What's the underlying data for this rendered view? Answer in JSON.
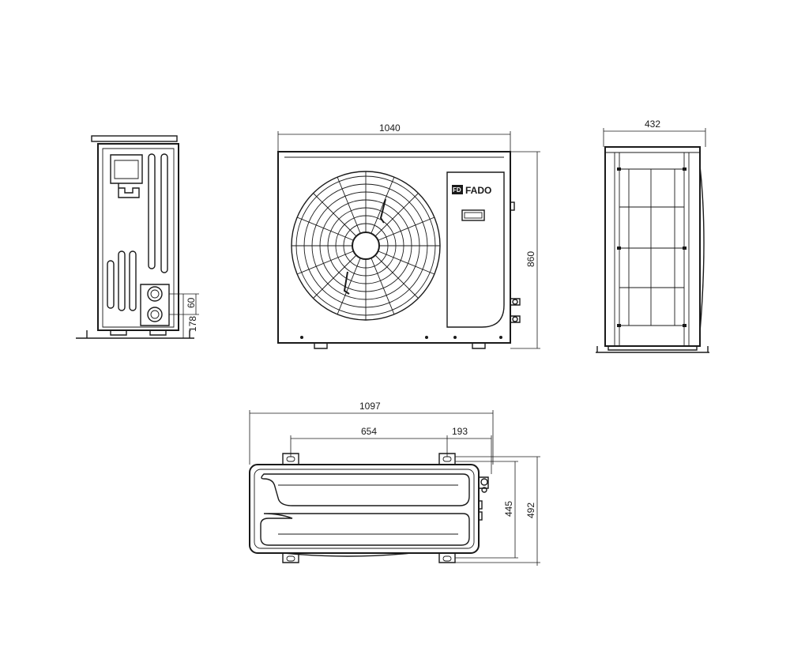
{
  "brand": {
    "logo_mark": "FD",
    "logo_text": "FADO"
  },
  "dimensions": {
    "front_width": "1040",
    "front_height": "860",
    "side_depth": "432",
    "left_pipe_spacing": "60",
    "left_pipe_height": "178",
    "top_overall_width": "1097",
    "top_mount_spacing": "654",
    "top_mount_offset": "193",
    "top_mount_depth": "445",
    "top_overall_depth": "492"
  },
  "colors": {
    "line": "#1a1a1a",
    "background": "#ffffff"
  }
}
